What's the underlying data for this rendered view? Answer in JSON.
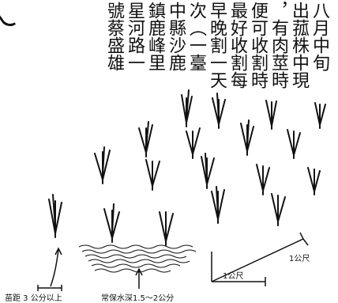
{
  "text_columns": [
    "八月中旬",
    "出菰株中現",
    "，有肉莖時",
    "便可收割時",
    "最好收割每",
    "早晚割一天",
    "次（一臺",
    "中縣沙鹿",
    "鎮鹿峰里",
    "星河路一",
    "號蔡盛雄"
  ],
  "labels": {
    "left_caption": "苗距 3 公分以上",
    "center_caption": "常保水深1.5～2公分",
    "bottom_dim": "1公尺",
    "right_dim": "1公尺"
  }
}
